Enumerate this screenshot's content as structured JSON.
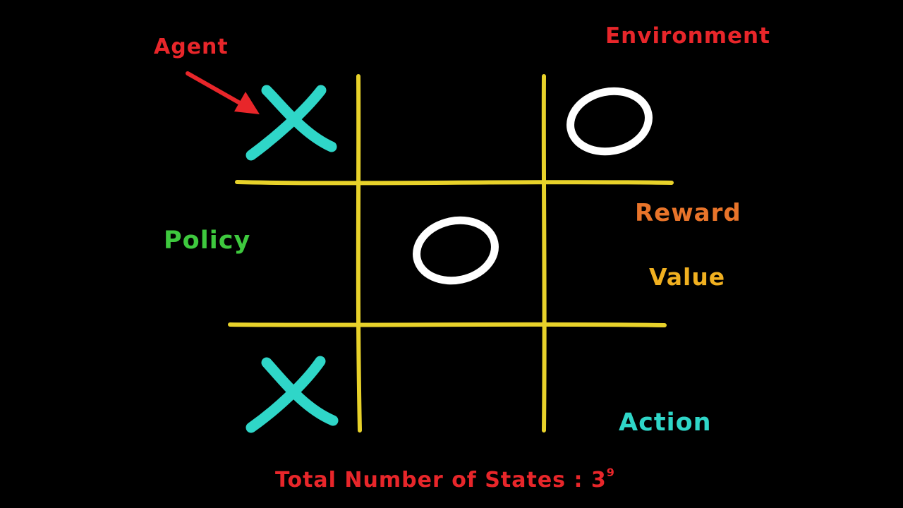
{
  "labels": {
    "environment": "Environment",
    "agent": "Agent",
    "reward": "Reward",
    "policy": "Policy",
    "value": "Value",
    "action": "Action",
    "total_text": "Total Number of States : 3",
    "total_exponent": "9"
  },
  "board": {
    "cells": [
      "X",
      "",
      "O",
      "",
      "O",
      "",
      "X",
      "",
      ""
    ]
  },
  "colors": {
    "background": "#000000",
    "grid": "#e8d22a",
    "x_mark": "#2fd6c8",
    "o_mark": "#ffffff",
    "environment": "#e8262a",
    "agent": "#e8262a",
    "agent_arrow": "#e8262a",
    "reward": "#e8742a",
    "policy": "#3ec93e",
    "value": "#f0b020",
    "action": "#2fd6c8",
    "total": "#e8262a"
  }
}
